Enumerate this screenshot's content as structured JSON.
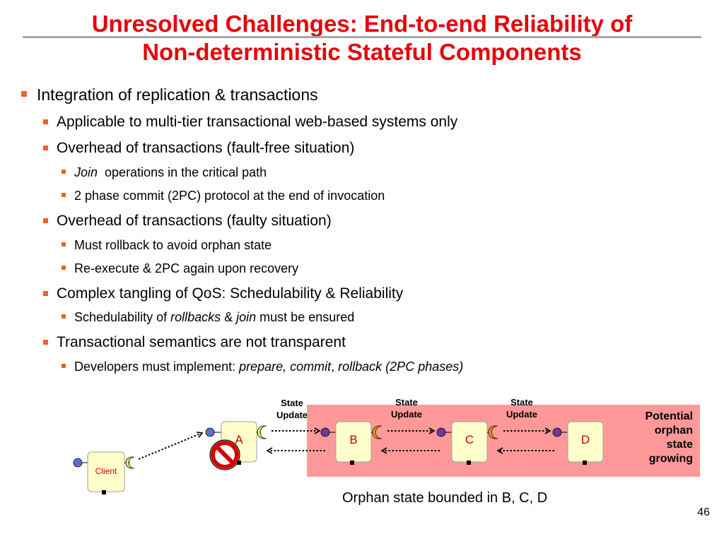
{
  "slide": {
    "title_line1": "Unresolved Challenges: End-to-end Reliability of",
    "title_line2": "Non-deterministic Stateful Components",
    "page_number": "46"
  },
  "bullets": [
    {
      "level": 1,
      "parts": [
        {
          "t": "Integration of replication & transactions",
          "i": false
        }
      ]
    },
    {
      "level": 2,
      "parts": [
        {
          "t": "Applicable to multi-tier transactional web-based systems only",
          "i": false
        }
      ]
    },
    {
      "level": 2,
      "parts": [
        {
          "t": "Overhead of transactions (fault-free situation)",
          "i": false
        }
      ]
    },
    {
      "level": 3,
      "parts": [
        {
          "t": "Join",
          "i": true
        },
        {
          "t": "  operations in the critical path",
          "i": false
        }
      ]
    },
    {
      "level": 3,
      "parts": [
        {
          "t": "2 phase commit (2PC) protocol at the end of invocation",
          "i": false
        }
      ]
    },
    {
      "level": 2,
      "parts": [
        {
          "t": "Overhead of transactions (faulty situation)",
          "i": false
        }
      ]
    },
    {
      "level": 3,
      "parts": [
        {
          "t": "Must rollback to avoid orphan state",
          "i": false
        }
      ]
    },
    {
      "level": 3,
      "parts": [
        {
          "t": "Re-execute & 2PC again upon recovery",
          "i": false
        }
      ]
    },
    {
      "level": 2,
      "parts": [
        {
          "t": "Complex tangling of QoS: Schedulability & Reliability",
          "i": false
        }
      ]
    },
    {
      "level": 3,
      "parts": [
        {
          "t": "Schedulability of ",
          "i": false
        },
        {
          "t": "rollbacks",
          "i": true
        },
        {
          "t": " & ",
          "i": false
        },
        {
          "t": "join",
          "i": true
        },
        {
          "t": " must be ensured",
          "i": false
        }
      ]
    },
    {
      "level": 2,
      "parts": [
        {
          "t": "Transactional semantics are not transparent",
          "i": false
        }
      ]
    },
    {
      "level": 3,
      "parts": [
        {
          "t": "Developers must implement: ",
          "i": false
        },
        {
          "t": "prepare, commit",
          "i": true
        },
        {
          "t": ", ",
          "i": false
        },
        {
          "t": "rollback (2PC phases)",
          "i": true
        }
      ]
    }
  ],
  "diagram": {
    "client_label": "Client",
    "components": [
      "A",
      "B",
      "C",
      "D"
    ],
    "state_update_line1": "State",
    "state_update_line2": "Update",
    "orphan_line1": "Potential",
    "orphan_line2": "orphan",
    "orphan_line3": "state",
    "orphan_line4": "growing",
    "bounded_caption": "Orphan state bounded in B, C, D"
  },
  "colors": {
    "title": "#e8000b",
    "bullet_marker": "#e8622c",
    "component_fill": "#ffffcc",
    "orphan_region": "#ff9999",
    "receptacle": "#5b6fd8",
    "facet_yellow": "#ffee44",
    "facet_orange": "#ffa500",
    "component_text": "#cc0000"
  }
}
